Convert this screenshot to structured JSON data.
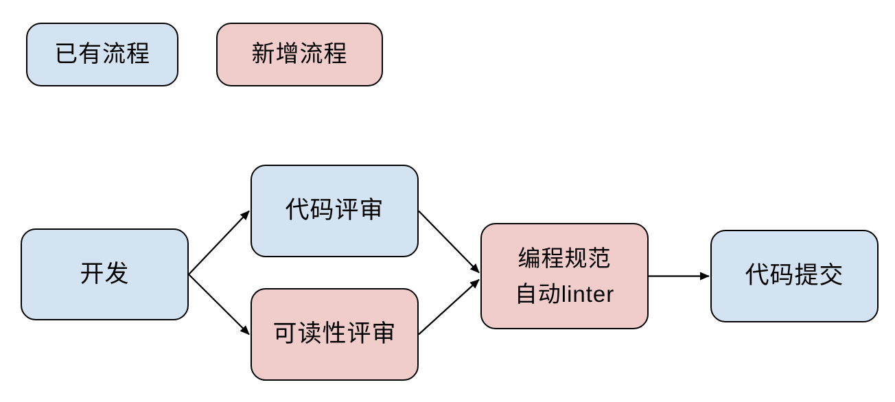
{
  "colors": {
    "existing_fill": "#d4e3f1",
    "new_fill": "#f0cdcb",
    "border": "#000000",
    "text": "#000000"
  },
  "legend": {
    "items": [
      {
        "label": "已有流程",
        "kind": "existing"
      },
      {
        "label": "新增流程",
        "kind": "new"
      }
    ]
  },
  "nodes": [
    {
      "id": "develop",
      "label": "开发",
      "kind": "existing"
    },
    {
      "id": "code-review",
      "label": "代码评审",
      "kind": "existing"
    },
    {
      "id": "readability-review",
      "label": "可读性评审",
      "kind": "new"
    },
    {
      "id": "linter",
      "label": "编程规范\n自动linter",
      "kind": "new"
    },
    {
      "id": "code-commit",
      "label": "代码提交",
      "kind": "existing"
    }
  ],
  "edges": [
    {
      "from": "develop",
      "to": "code-review"
    },
    {
      "from": "develop",
      "to": "readability-review"
    },
    {
      "from": "code-review",
      "to": "linter"
    },
    {
      "from": "readability-review",
      "to": "linter"
    },
    {
      "from": "linter",
      "to": "code-commit"
    }
  ]
}
